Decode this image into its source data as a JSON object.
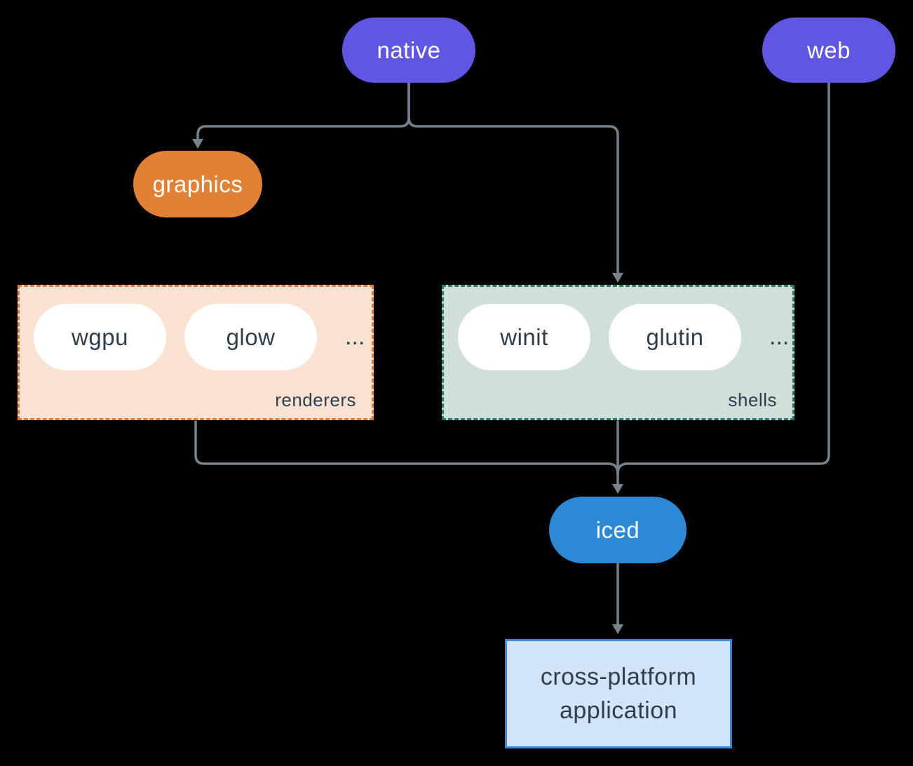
{
  "nodes": {
    "native": {
      "label": "native"
    },
    "web": {
      "label": "web"
    },
    "graphics": {
      "label": "graphics"
    },
    "iced": {
      "label": "iced"
    },
    "application": {
      "label": "cross-platform application"
    }
  },
  "groups": {
    "renderers": {
      "label": "renderers",
      "items": [
        "wgpu",
        "glow"
      ],
      "more": "..."
    },
    "shells": {
      "label": "shells",
      "items": [
        "winit",
        "glutin"
      ],
      "more": "..."
    }
  },
  "colors": {
    "background": "#000000",
    "platform-purple": "#6156e2",
    "graphics-orange": "#e08136",
    "iced-blue": "#2c89d6",
    "renderers-bg": "#f9e2d2",
    "renderers-border": "#df7f2e",
    "shells-bg": "#d0dfd9",
    "shells-border": "#27796c",
    "app-bg": "#d2e4f7",
    "app-border": "#3a87d8",
    "wire": "#76828c",
    "pill-text": "#ffffff",
    "dark-text": "#2f3e4d"
  }
}
